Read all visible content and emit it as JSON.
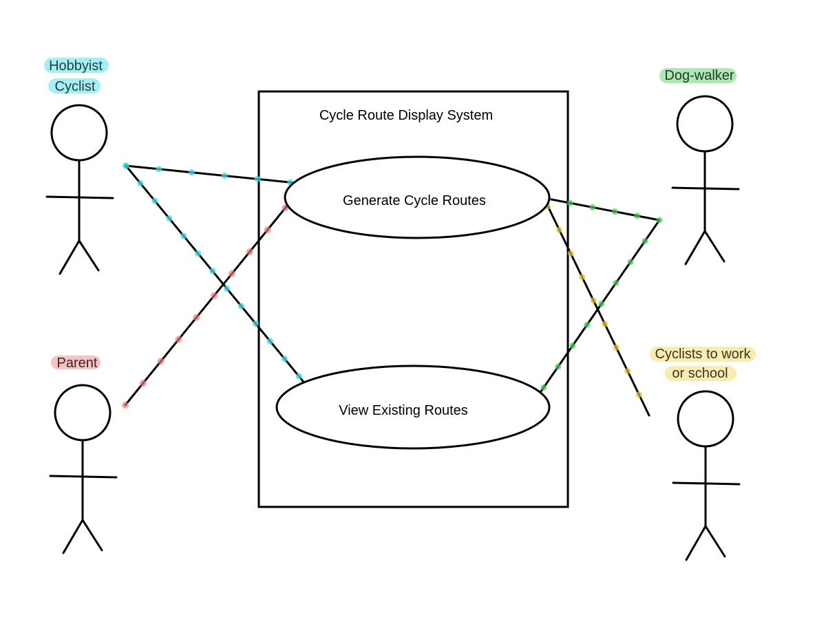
{
  "system": {
    "title": "Cycle Route Display System"
  },
  "use_cases": {
    "generate": "Generate Cycle Routes",
    "view": "View Existing Routes"
  },
  "actors": {
    "hobbyist": {
      "label_line1": "Hobbyist",
      "label_line2": "Cyclist",
      "color": "#33dde6"
    },
    "parent": {
      "label": "Parent",
      "color": "#f07878"
    },
    "dogwalker": {
      "label": "Dog-walker",
      "color": "#44cc55"
    },
    "commuter": {
      "label_line1": "Cyclists to work",
      "label_line2": "or school",
      "color": "#e6c020"
    }
  }
}
